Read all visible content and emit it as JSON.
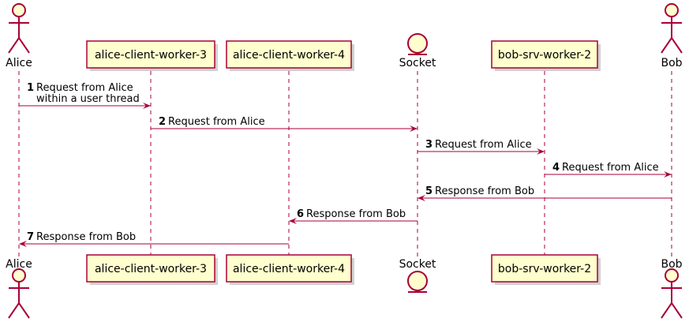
{
  "participants": [
    {
      "id": "alice",
      "name": "Alice",
      "kind": "actor"
    },
    {
      "id": "w3",
      "name": "alice-client-worker-3",
      "kind": "participant"
    },
    {
      "id": "w4",
      "name": "alice-client-worker-4",
      "kind": "participant"
    },
    {
      "id": "socket",
      "name": "Socket",
      "kind": "entity"
    },
    {
      "id": "bsw2",
      "name": "bob-srv-worker-2",
      "kind": "participant"
    },
    {
      "id": "bob",
      "name": "Bob",
      "kind": "actor"
    }
  ],
  "messages": [
    {
      "seq": "1",
      "from": "alice",
      "to": "w3",
      "lines": [
        "Request from Alice",
        "within a user thread"
      ]
    },
    {
      "seq": "2",
      "from": "w3",
      "to": "socket",
      "lines": [
        "Request from Alice"
      ]
    },
    {
      "seq": "3",
      "from": "socket",
      "to": "bsw2",
      "lines": [
        "Request from Alice"
      ]
    },
    {
      "seq": "4",
      "from": "bsw2",
      "to": "bob",
      "lines": [
        "Request from Alice"
      ]
    },
    {
      "seq": "5",
      "from": "bob",
      "to": "socket",
      "lines": [
        "Response from Bob"
      ]
    },
    {
      "seq": "6",
      "from": "socket",
      "to": "w4",
      "lines": [
        "Response from Bob"
      ]
    },
    {
      "seq": "7",
      "from": "w4",
      "to": "alice",
      "lines": [
        "Response from Bob"
      ]
    }
  ],
  "colors": {
    "accent": "#a80036",
    "fill": "#fefece"
  }
}
